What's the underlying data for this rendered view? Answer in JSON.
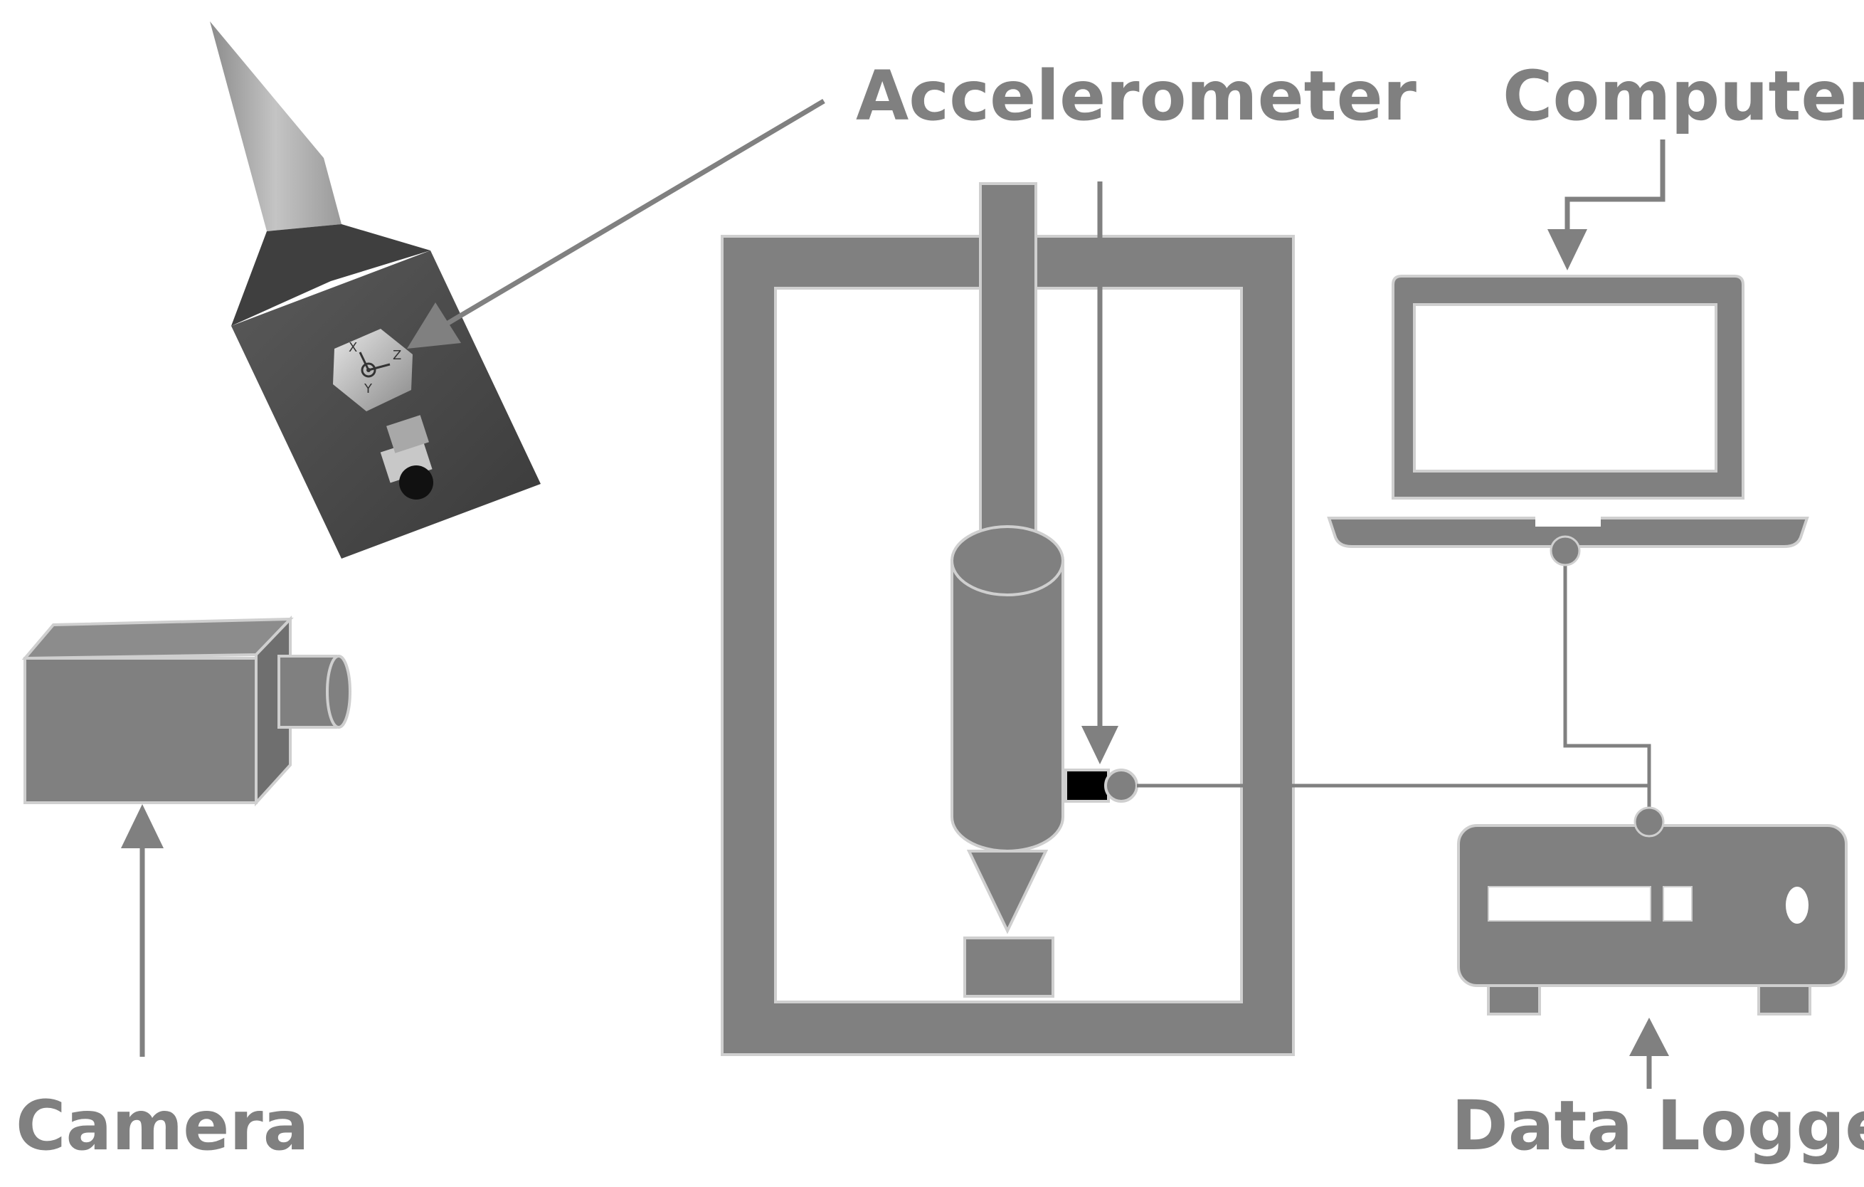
{
  "labels": {
    "accelerometer": "Accelerometer",
    "computer": "Computer",
    "camera": "Camera",
    "data_logger": "Data Logger"
  },
  "sensor_axes": {
    "x": "X",
    "y": "Y",
    "z": "Z"
  },
  "colors": {
    "component_fill": "#808080",
    "component_stroke": "#cfcfcf",
    "arrow": "#808080",
    "wire": "#808080",
    "background": "#ffffff",
    "sensor_tip": "#000000"
  },
  "icons": {
    "photo_inset": "cutting-tool-with-accelerometer",
    "camera": "camera-icon",
    "computer": "laptop-icon",
    "data_logger": "data-logger-icon"
  }
}
